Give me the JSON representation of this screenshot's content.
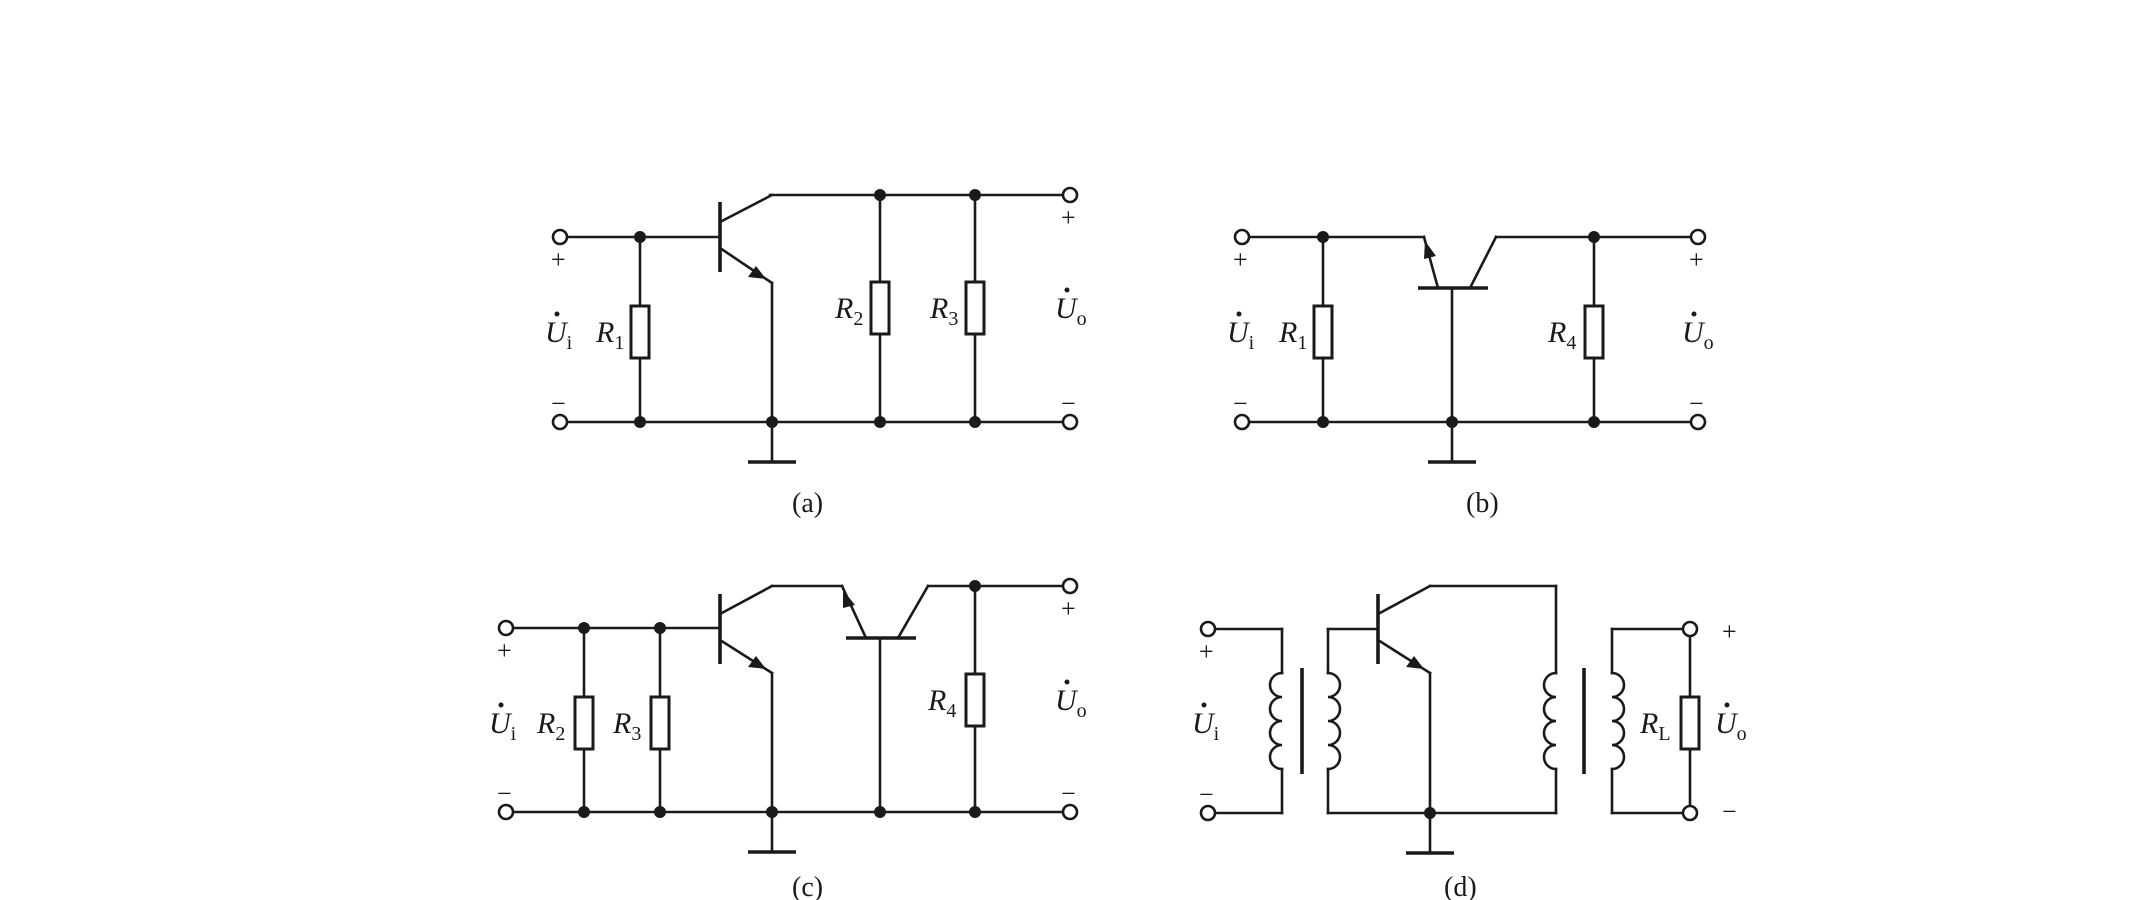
{
  "panels": {
    "a": {
      "caption": "(a)",
      "input": {
        "symbol": "U",
        "subscript": "i",
        "plus": "+",
        "minus": "−"
      },
      "output": {
        "symbol": "U",
        "subscript": "o",
        "plus": "+",
        "minus": "−"
      },
      "resistors": [
        {
          "symbol": "R",
          "subscript": "1"
        },
        {
          "symbol": "R",
          "subscript": "2"
        },
        {
          "symbol": "R",
          "subscript": "3"
        }
      ]
    },
    "b": {
      "caption": "(b)",
      "input": {
        "symbol": "U",
        "subscript": "i",
        "plus": "+",
        "minus": "−"
      },
      "output": {
        "symbol": "U",
        "subscript": "o",
        "plus": "+",
        "minus": "−"
      },
      "resistors": [
        {
          "symbol": "R",
          "subscript": "1"
        },
        {
          "symbol": "R",
          "subscript": "4"
        }
      ]
    },
    "c": {
      "caption": "(c)",
      "input": {
        "symbol": "U",
        "subscript": "i",
        "plus": "+",
        "minus": "−"
      },
      "output": {
        "symbol": "U",
        "subscript": "o",
        "plus": "+",
        "minus": "−"
      },
      "resistors": [
        {
          "symbol": "R",
          "subscript": "2"
        },
        {
          "symbol": "R",
          "subscript": "3"
        },
        {
          "symbol": "R",
          "subscript": "4"
        }
      ]
    },
    "d": {
      "caption": "(d)",
      "input": {
        "symbol": "U",
        "subscript": "i",
        "plus": "+",
        "minus": "−"
      },
      "output": {
        "symbol": "U",
        "subscript": "o",
        "plus": "+",
        "minus": "−"
      },
      "resistors": [
        {
          "symbol": "R",
          "subscript": "L"
        }
      ]
    }
  }
}
